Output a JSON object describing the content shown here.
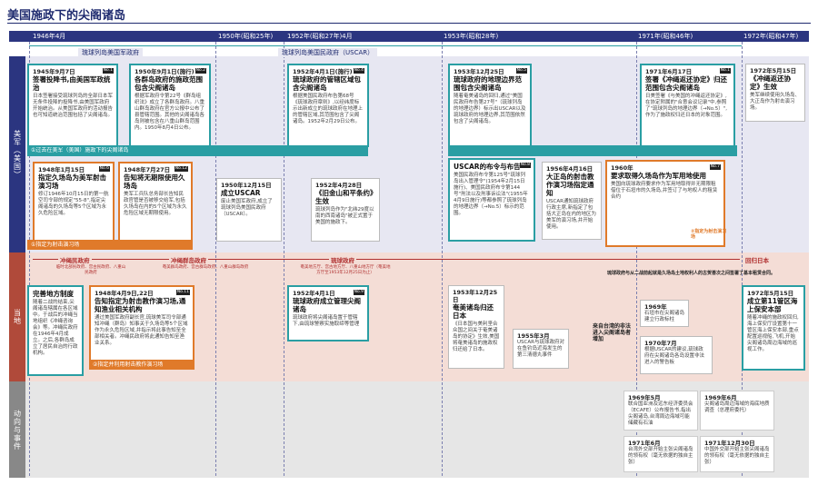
{
  "title": "美国施政下的尖阁诸岛",
  "timeline": [
    "1946年4月",
    "1950年(昭和25年)",
    "1952年(昭和27年)4月",
    "1953年(昭和28年)",
    "1971年(昭和46年)",
    "1972年(昭和47年)"
  ],
  "bands": {
    "us": "美军（美国）",
    "local": "当地",
    "events": "动向与事件"
  },
  "gov": {
    "g1": "琉球列岛美国军政府",
    "g2": "琉球列岛美国民政府（USCAR）"
  },
  "cards": {
    "c1": {
      "no": "No.1",
      "date": "1945年9月7日",
      "head": "签署投降书,由美国军政统治",
      "body": "日本签署接受琉球列岛的全部日本军无条件投降的投降书,由美国军政府开始统治。从美国军政府的活动报告也可知道统治范围包括了尖阁诸岛。"
    },
    "c2": {
      "no": "No.2",
      "date": "1950年9月1日(施行)",
      "head": "各群岛政府的施政范围包含尖阁诸岛",
      "body": "根据军政府令第22号《群岛组织法》成立了各群岛政府。八重山群岛政府在官方公报中公布了县管辖范围。其他的尖阁诸岛各岛则被包含在八重山群岛范围内。1950年8月4日公布。"
    },
    "c3": {
      "no": "No.4",
      "date": "1952年4月1日(施行)",
      "head": "琉球政府的管辖区域包含尖阁诸岛",
      "body": "根据美国民政府布告第68号《琉球政府章则》,以经纬度标示出新成立的琉球政府在地理上的管辖区域,其范围包含了尖阁诸岛。1952年2月29日公布。"
    },
    "c4": {
      "no": "No.5",
      "date": "1953年12月25日",
      "head": "琉球政府的地理边界范围包含尖阁诸岛",
      "body": "随着奄美诸岛的回归,通过\"美国民政府布告第27号\"（琉球列岛的地理边界）标示出USCAR以及琉球政府的地理边界,其范围依然包含了尖阁诸岛。"
    },
    "c5": {
      "no": "No.1",
      "date": "1971年6月17日",
      "head": "签署《冲绳返还协定》归还范围包含尖阁诸岛",
      "body": "日美签署《与美国的冲绳返还协定》,在协定附属的\"合意会议记录\"中,参照了\"琉球列岛的地理边界（→No.5）\",作为了施政权归还日本的对象范围。"
    },
    "c6": {
      "date": "1972年5月15日",
      "head": "《冲绳返还协定》生效",
      "body": "美军继续使用久场岛、大正岛作为射击演习场。"
    },
    "o1": {
      "no": "No.6",
      "date": "1948年1月15日",
      "head": "指定久场岛为美军射击演习场",
      "body": "修订1946年10月15日的第一航空司令部的规定\"55-8\",指定尖阁诸岛的久场岛等5个区域为永久危险区域。"
    },
    "o2": {
      "no": "No.12",
      "date": "1948年7月27日",
      "head": "告知将无期限使用久场岛",
      "body": "美军工兵队总务部长告知民政官管是否被移交给军,包括久场岛在内的5个区域为永久危险区域无期限使用。"
    },
    "o3": {
      "no": "No.7",
      "date": "1960年",
      "head": "要求取得久场岛作为军用地使用",
      "body": "美国向琉球政府要求作为军用地取得并无期限租借位于石垣市的久场岛,并签订了与地权人的租赁合约"
    },
    "o3bar": "②指定为射击演习场",
    "p1": {
      "date": "1950年12月15日",
      "head": "成立USCAR",
      "body": "废止美国军政府,成立了琉球列岛美国民政府（USCAR）。"
    },
    "p2": {
      "date": "1952年4月28日",
      "head": "《旧金山和平条约》生效",
      "body": "琉球列岛作为\"北纬29度以南的西南诸岛\"被正式置于美国的施政下。"
    },
    "p3": {
      "no": "No.8",
      "date": "",
      "head": "USCAR的布令与布告",
      "body": "美国民政府布令第125号\"琉球列岛出入管理令\"(1954年2月15日施行)、美国民政府布令第144号\"刑法以及刑事诉讼法\"(1955年4月9日施行)等都参照了琉球列岛的地理边界（→No.5）标示的范围。"
    },
    "p4": {
      "date": "1956年4月16日",
      "head": "大正岛的射击教作演习场指定通知",
      "body": "USCAR通知琉球政府行政主席,新指定了包括大正岛在内的地区为美军的演习场,并开始使用。"
    },
    "tb1": "①过去在美军（美国）施政下的尖阁诸岛",
    "tb2": "①指定为射击演习场",
    "l1": {
      "head": "完善地方制度",
      "body": "随着二战的结束,尖阁诸岛辖属在各区域中。于战后的冲绳当地组织《冲绳咨询会》等。冲绳民政府在1946年4月成立。之后,各群岛成立了居民自治的行政机构。"
    },
    "l2": {
      "no": "No.11",
      "date": "1948年4月9日,22日",
      "head": "告知指定为射击教作演习场,通知渔业相关机构",
      "body": "通过美国军政府副长官,琉球美军司令部通知冲绳（群岛）知事关于久场岛等5个区域作为永久危险区域,并指示将此事告知至全部相关者。冲绳民政府将此通知告知至渔业关系。"
    },
    "l2bar": "②指定并利用射击教作演习场",
    "l3": {
      "no": "No.9",
      "date": "1952年4月1日",
      "head": "琉球政府成立管理尖阁诸岛",
      "body": "琉球政府将尖阁诸岛置于管辖下,由琉球警察实施取缔等管理"
    },
    "l4": {
      "date": "1953年12月25日",
      "head": "奄美诸岛归还日本",
      "body": "《日本国与美利坚合众国之间关于奄美诸岛的协定》生效,美国将奄美诸岛的施政权归还给了日本。"
    },
    "l5": {
      "date": "1955年3月",
      "body": "USCAR与琉球政府对在鱼钓岛近海发生的第三清德丸事件"
    },
    "l6": {
      "date": "1972年5月15日",
      "head": "成立第11管区海上保安本部",
      "body": "随着冲绳的施政权回归,海上保安厅设置第十一管区海上保安本部,重点配置巡视船,飞机,开始尖阁诸岛周边海域的巡视工作。"
    },
    "l7": {
      "date": "1969年",
      "body": "石垣市在尖阁诸岛建立行政标柱"
    },
    "l8": {
      "date": "1970年7月",
      "body": "根据USCAR的建议,琉球政府在尖阁诸岛各岛设置非法进入的警告板"
    },
    "note1": "来自台湾的非法进入尖阁诸岛者增加",
    "note2": "琉球政府与从二战前起就是久场岛土地权利人的古贺善次之间签署了基本租赁合同。",
    "e1": {
      "date": "1969年5月",
      "body": "联合国亚洲及远东经济委员会（ECAFE）公布报告书,指出尖阁诸岛,台湾周边海域可能储藏有石油"
    },
    "e2": {
      "date": "1969年6月",
      "body": "尖阁诸岛周边海域的海底地质调查（总理府委托）"
    },
    "e3": {
      "date": "1971年6月",
      "body": "台湾外交部开始主张尖阁诸岛的领有权（毫无依据的独自主张）"
    },
    "e4": {
      "date": "1971年12月30日",
      "body": "中国外交部开始主张尖阁诸岛的领有权（毫无依据的独自主张）"
    }
  },
  "local_line": {
    "a": "冲绳民政府",
    "b": "冲绳群岛政府",
    "c": "琉球政府",
    "d": "回归日本",
    "s1": "临时北部民政府、宫古民政府、八重山民政府",
    "s2": "奄美群岛政府、宫古群岛政府、八重山群岛政府",
    "s3": "奄美地方厅、宫古地方厅、八重山地方厅（奄美地方厅至1953年12月25日为止）"
  }
}
